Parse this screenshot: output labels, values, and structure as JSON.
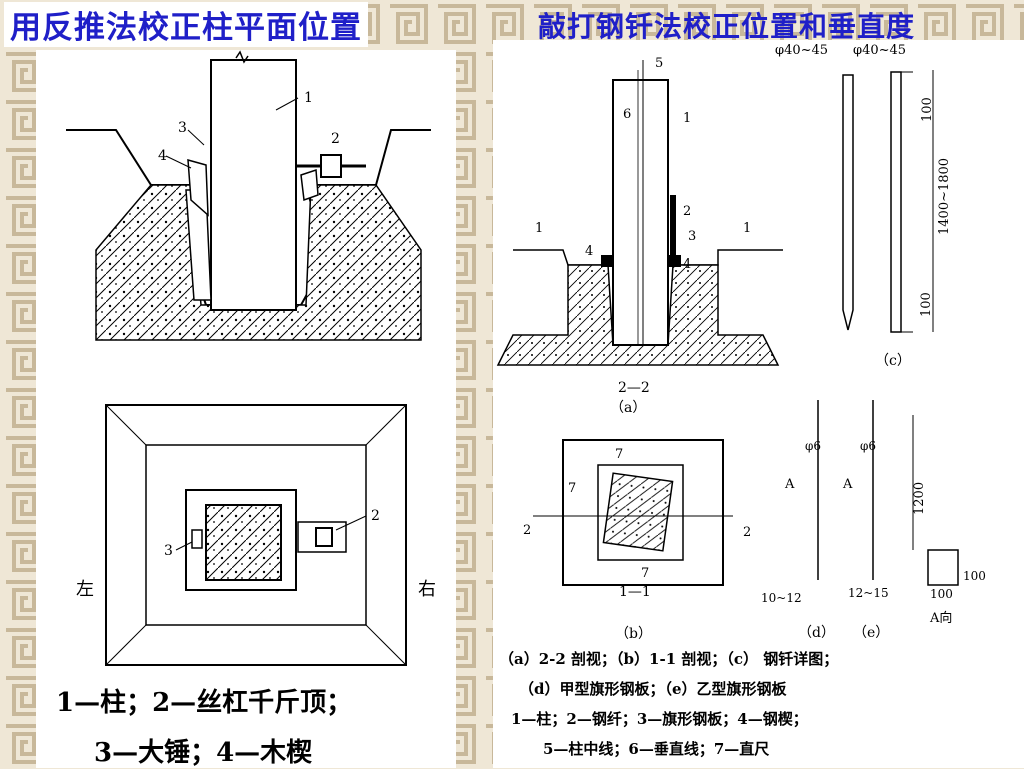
{
  "titles": {
    "left": "用反推法校正柱平面位置",
    "right": "敲打钢钎法校正位置和垂直度"
  },
  "left_figure": {
    "numbers": [
      "1",
      "2",
      "3",
      "4"
    ],
    "plan_numbers": [
      "2",
      "3"
    ],
    "side_left": "左",
    "side_right": "右",
    "legend_line1": "1—柱；2—丝杠千斤顶；",
    "legend_line2": "3—大锤；4—木楔"
  },
  "right_figure": {
    "section_numbers": [
      "5",
      "6",
      "1",
      "2",
      "3",
      "4",
      "4"
    ],
    "section_marks": [
      "1",
      "1"
    ],
    "section_label": "2—2",
    "caption_a": "（a）",
    "plan_label": "1—1",
    "caption_b": "（b）",
    "plan_numbers": [
      "7",
      "7",
      "7",
      "2",
      "2"
    ],
    "rod_dims": [
      "φ40~45",
      "φ40~45",
      "100",
      "1400~1800",
      "100"
    ],
    "caption_c": "（c）",
    "plate_dims": [
      "φ6",
      "φ6",
      "A",
      "A",
      "1200",
      "10~12",
      "12~15",
      "100",
      "100",
      "A向"
    ],
    "caption_d": "（d）",
    "caption_e": "（e）",
    "legend": [
      "（a）2-2 剖视；（b）1-1 剖视；（c） 钢钎详图；",
      "（d）甲型旗形钢板；（e）乙型旗形钢板",
      "1—柱；2—钢纤；3—旗形钢板；4—钢楔；",
      "5—柱中线；6—垂直线；7—直尺"
    ]
  },
  "colors": {
    "title": "#1f1fc8",
    "background": "#efe7d6",
    "frame_pattern": "#c8b89a"
  }
}
